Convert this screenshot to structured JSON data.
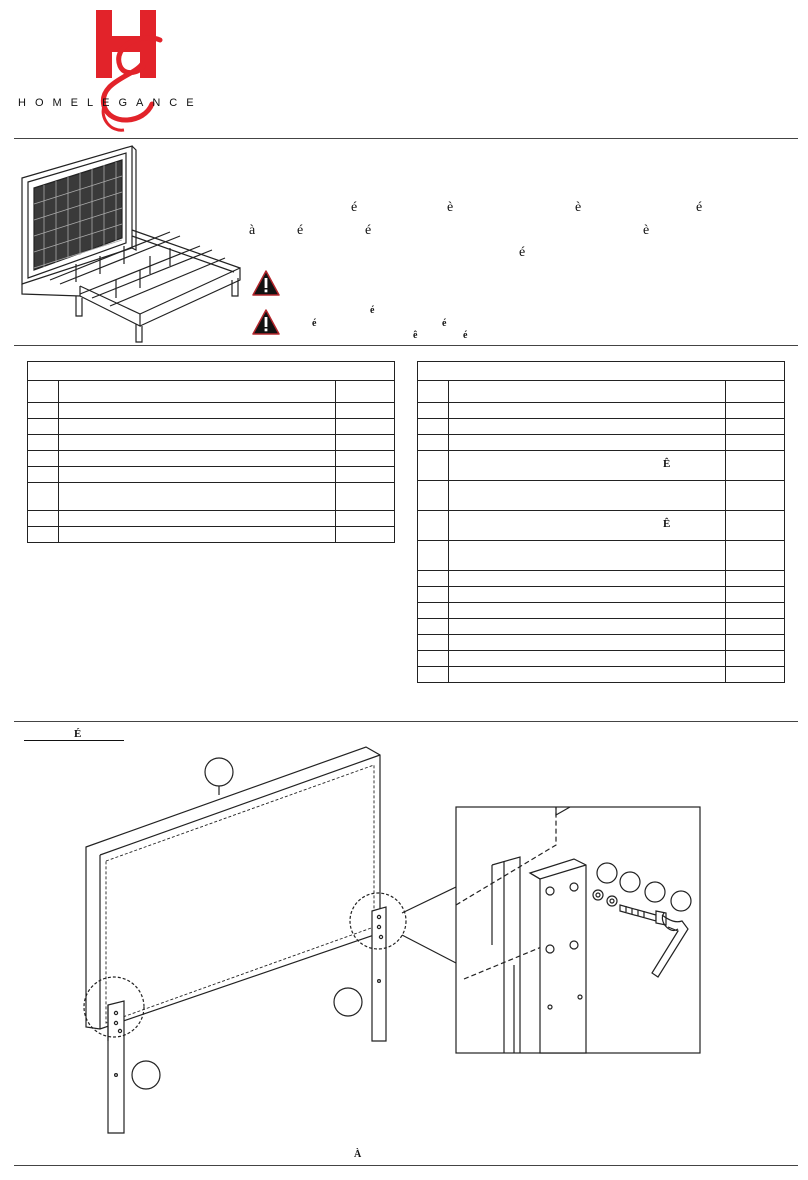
{
  "brand": {
    "letters": "HOMELEGANCE"
  },
  "header_text": {
    "accents_row1": [
      "é",
      "è",
      "è",
      "é"
    ],
    "accents_row2": [
      "à",
      "é",
      "é",
      "è"
    ],
    "accents_row3": [
      "é"
    ],
    "warning1_accents": [
      "é"
    ],
    "warning2_accents_a": [
      "é",
      "é"
    ],
    "warning2_accents_b": [
      "ê",
      "é"
    ]
  },
  "right_table_marks": [
    "Ê",
    "Ê"
  ],
  "step_title": "É",
  "footer_mark": "À"
}
